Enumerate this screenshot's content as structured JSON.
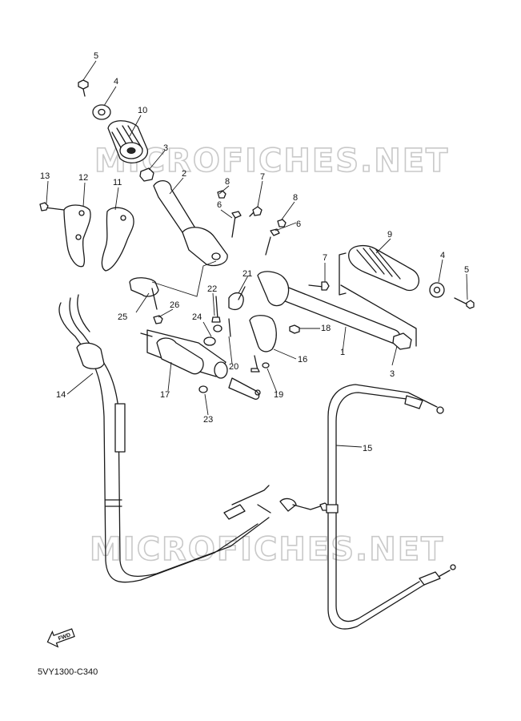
{
  "diagram_code": "5VY1300-C340",
  "watermarks": [
    "MICROFICHES.NET",
    "MICROFICHES.NET"
  ],
  "fwd_label": "FWD",
  "callouts": [
    "5",
    "4",
    "10",
    "3",
    "2",
    "8",
    "7",
    "13",
    "12",
    "11",
    "6",
    "8",
    "6",
    "9",
    "7",
    "4",
    "5",
    "21",
    "22",
    "25",
    "26",
    "24",
    "18",
    "1",
    "16",
    "20",
    "17",
    "19",
    "3",
    "14",
    "23",
    "15"
  ],
  "colors": {
    "line": "#1a1a1a",
    "watermark": "#c9c9c9",
    "background": "#ffffff"
  }
}
